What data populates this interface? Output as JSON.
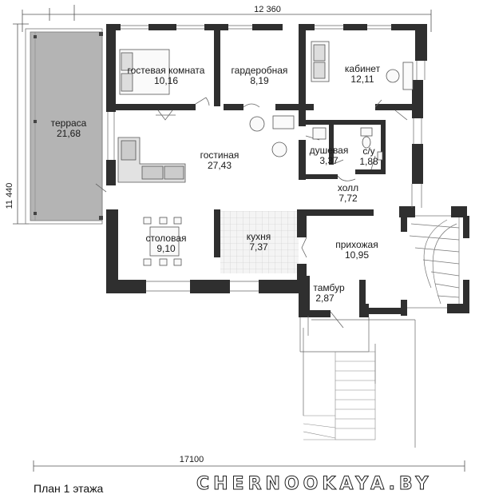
{
  "dimensions": {
    "top": "12 360",
    "left": "11 440",
    "bottom": "17100"
  },
  "rooms": [
    {
      "id": "guest",
      "name": "гостевая комната",
      "area": "10,16"
    },
    {
      "id": "wardrobe",
      "name": "гардеробная",
      "area": "8,19"
    },
    {
      "id": "office",
      "name": "кабинет",
      "area": "12,11"
    },
    {
      "id": "terrace",
      "name": "терраса",
      "area": "21,68"
    },
    {
      "id": "living",
      "name": "гостиная",
      "area": "27,43"
    },
    {
      "id": "shower",
      "name": "душевая",
      "area": "3,37"
    },
    {
      "id": "wc",
      "name": "с/у",
      "area": "1,88"
    },
    {
      "id": "hall",
      "name": "холл",
      "area": "7,72"
    },
    {
      "id": "dining",
      "name": "столовая",
      "area": "9,10"
    },
    {
      "id": "kitchen",
      "name": "кухня",
      "area": "7,37"
    },
    {
      "id": "entry",
      "name": "прихожая",
      "area": "10,95"
    },
    {
      "id": "vestibule",
      "name": "тамбур",
      "area": "2,87"
    }
  ],
  "caption": "План 1 этажа",
  "brand": "CHERNOOKAYA.BY",
  "colors": {
    "wall": "#2f2f2f",
    "terrace": "#b4b4b4",
    "kitchen_floor": "#e8e8e8",
    "line": "#555555"
  }
}
